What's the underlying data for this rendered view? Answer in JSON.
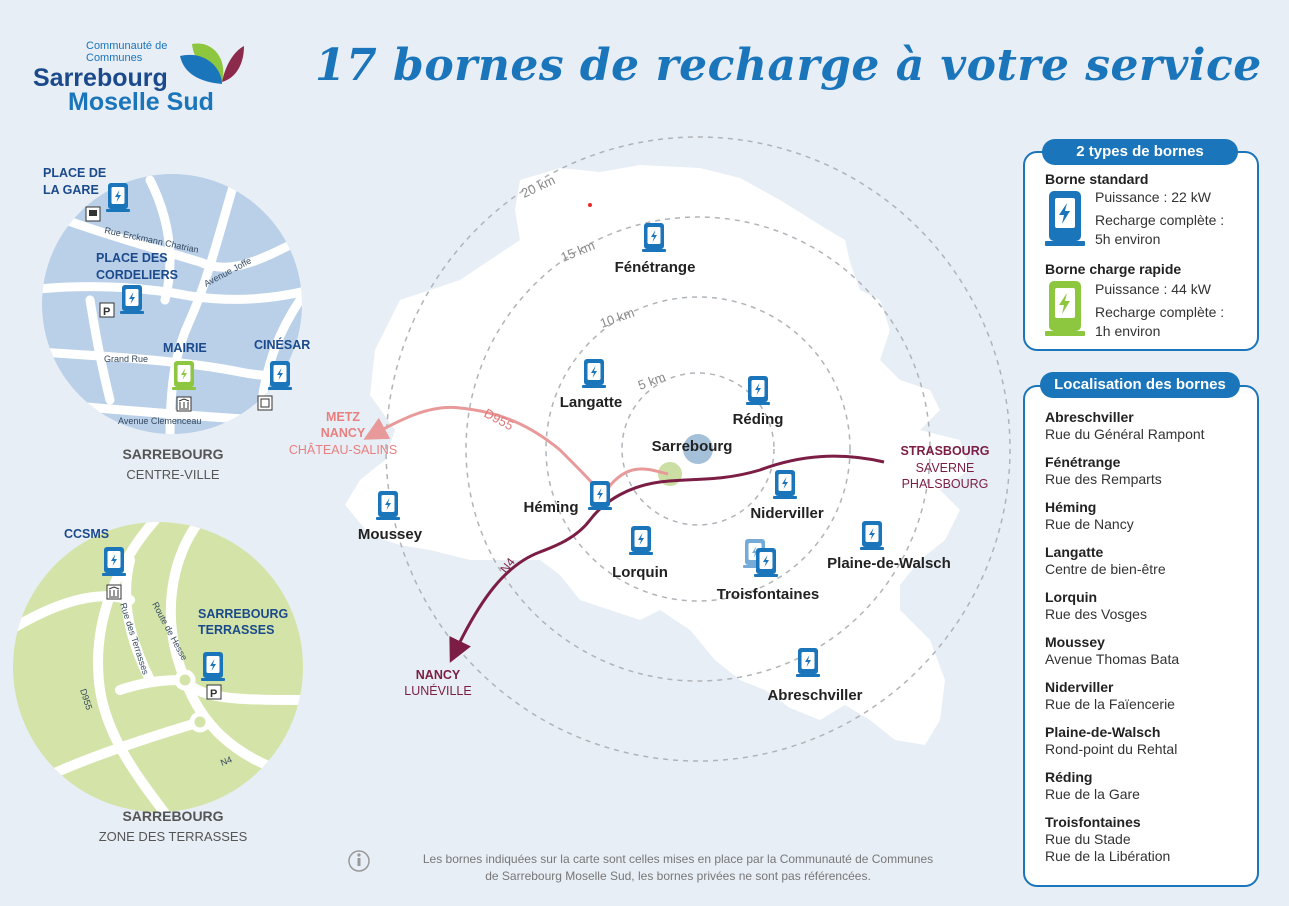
{
  "title": "17 bornes de recharge à votre service",
  "logo": {
    "line1": "Communauté de",
    "line2": "Communes",
    "line3": "Sarrebourg",
    "line4": "Moselle Sud"
  },
  "map": {
    "ring_labels": [
      "5 km",
      "10 km",
      "15 km",
      "20 km"
    ],
    "towns": [
      "Fénétrange",
      "Langatte",
      "Réding",
      "Sarrebourg",
      "Héming",
      "Niderviller",
      "Moussey",
      "Lorquin",
      "Troisfontaines",
      "Plaine-de-Walsch",
      "Abreschviller"
    ],
    "roads": [
      "D955",
      "N4"
    ],
    "dest_west": [
      "METZ",
      "NANCY",
      "CHÂTEAU-SALINS"
    ],
    "dest_east": [
      "STRASBOURG",
      "SAVERNE",
      "PHALSBOURG"
    ],
    "dest_south": [
      "NANCY",
      "LUNÉVILLE"
    ]
  },
  "inset_centre": {
    "labels": {
      "place_gare_1": "PLACE DE",
      "place_gare_2": "LA GARE",
      "cordeliers_1": "PLACE DES",
      "cordeliers_2": "CORDELIERS",
      "mairie": "MAIRIE",
      "cinesar": "CINÉSAR"
    },
    "streets": [
      "Rue Erckmann Chatrian",
      "Avenue Joffe",
      "Grand Rue",
      "Avenue Clemenceau"
    ],
    "caption_1": "SARREBOURG",
    "caption_2": "CENTRE-VILLE"
  },
  "inset_terrasses": {
    "labels": {
      "ccsms": "CCSMS",
      "terrasses_1": "SARREBOURG",
      "terrasses_2": "TERRASSES"
    },
    "streets": [
      "Rue des Terrasses",
      "Route de Hesse",
      "D955",
      "N4"
    ],
    "caption_1": "SARREBOURG",
    "caption_2": "ZONE DES TERRASSES"
  },
  "types_panel": {
    "header": "2 types de bornes",
    "standard": {
      "name": "Borne standard",
      "power": "Puissance : 22 kW",
      "charge_1": "Recharge complète :",
      "charge_2": "5h environ",
      "color": "#1a75bb"
    },
    "rapide": {
      "name": "Borne charge rapide",
      "power": "Puissance : 44 kW",
      "charge_1": "Recharge complète :",
      "charge_2": "1h environ",
      "color": "#8dc63f"
    }
  },
  "loc_panel": {
    "header": "Localisation des bornes",
    "items": [
      {
        "city": "Abreschviller",
        "addr": [
          "Rue du Général Rampont"
        ]
      },
      {
        "city": "Fénétrange",
        "addr": [
          "Rue des Remparts"
        ]
      },
      {
        "city": "Héming",
        "addr": [
          "Rue de Nancy"
        ]
      },
      {
        "city": "Langatte",
        "addr": [
          "Centre de bien-être"
        ]
      },
      {
        "city": "Lorquin",
        "addr": [
          "Rue des Vosges"
        ]
      },
      {
        "city": "Moussey",
        "addr": [
          "Avenue Thomas Bata"
        ]
      },
      {
        "city": "Niderviller",
        "addr": [
          "Rue de la Faïencerie"
        ]
      },
      {
        "city": "Plaine-de-Walsch",
        "addr": [
          "Rond-point du Rehtal"
        ]
      },
      {
        "city": "Réding",
        "addr": [
          "Rue de la Gare"
        ]
      },
      {
        "city": "Troisfontaines",
        "addr": [
          "Rue du Stade",
          "Rue de la Libération"
        ]
      }
    ]
  },
  "footnote": {
    "line1": "Les bornes indiquées sur la carte sont celles mises en place par la Communauté de Communes",
    "line2": "de Sarrebourg Moselle Sud, les bornes privées ne sont pas référencées."
  },
  "colors": {
    "brand_blue": "#1a75bb",
    "fast_green": "#8dc63f",
    "d955_pink": "#e89a9a",
    "n4_burgundy": "#7b1d44"
  }
}
